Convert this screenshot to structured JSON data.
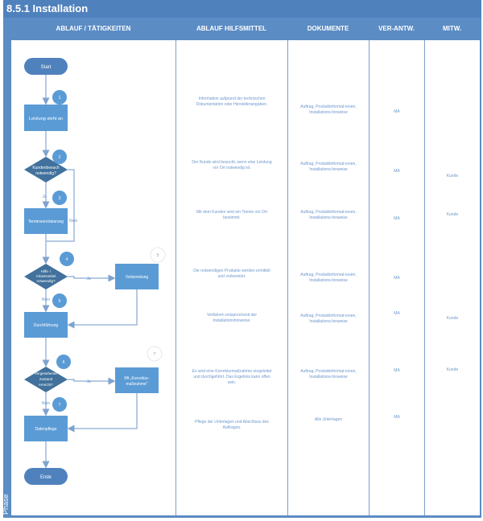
{
  "title": "8.5.1 Installation",
  "phase_label": "Phase",
  "columns": [
    "ABLAUF / TÄTIGKEITEN",
    "ABLAUF HILFSMITTEL",
    "DOKUMENTE",
    "VER-ANTW.",
    "MITW."
  ],
  "flow": {
    "start": "Start",
    "end": "Ende",
    "step1": "Leistung steht an",
    "decision2": [
      "Kundenbesuch",
      "notwendig?"
    ],
    "ja": "Ja",
    "nein": "Nein",
    "step3": "Terminvereinbarung",
    "decision4": [
      "Hilfs- /",
      "Arbeitsmittel",
      "notwendig?"
    ],
    "step_prep": "Vorbereitung",
    "step5": "Durchführung",
    "decision6": [
      "Vorgesehener",
      "Zustand",
      "erreicht?"
    ],
    "step_pa": [
      "PA „Korrektur-",
      "maßnahme“"
    ],
    "step7": "Datenpflege",
    "badges": [
      "1",
      "2",
      "3",
      "4",
      "5",
      "6",
      "7"
    ],
    "white_badges": [
      "5",
      "7"
    ]
  },
  "rows": [
    {
      "hilfsmittel": "Information aufgrund der technischen Dokumentation oder Herstellerangaben.",
      "dokumente": "Auftrag, Produktinformat-ionen, Installations-hinweise",
      "verantw": "MA",
      "mitw": ""
    },
    {
      "hilfsmittel": "Der Kunde wird besucht, wenn eine Leistung vor Ort notwendig ist.",
      "dokumente": "Auftrag, Produktinformat-ionen, Installations-hinweise",
      "verantw": "MA",
      "mitw": "Kunde"
    },
    {
      "hilfsmittel": "Mit dem Kunden wird ein Termin vor Ort bestimmt.",
      "dokumente": "Auftrag, Produktinformat-ionen, Installations-hinweise",
      "verantw": "MA",
      "mitw": "Kunde"
    },
    {
      "hilfsmittel": "Die notwendigen Produkte werden ermittelt und vorbereitet.",
      "dokumente": "Auftrag, Produktinformat-ionen, Installations-hinweise",
      "verantw": "MA",
      "mitw": ""
    },
    {
      "hilfsmittel": "Verfahren entsprechend der Installationshinweise.",
      "dokumente": "Auftrag, Produktinformat-ionen, Installations-hinweise",
      "verantw": "MA",
      "mitw": "Kunde"
    },
    {
      "hilfsmittel": "Es wird eine Korrekturmaßnahme eingeleitet und durchgeführt. Das Ergebnis kann offen sein.",
      "dokumente": "Auftrag, Produktinformat-ionen, Installations-hinweise",
      "verantw": "MA",
      "mitw": "Kunde"
    },
    {
      "hilfsmittel": "Pflege der Unterlagen und Abschluss des Auftrages.",
      "dokumente": "Alle Unterlagen",
      "verantw": "MA",
      "mitw": ""
    }
  ],
  "colors": {
    "header": "#4f81bd",
    "box": "#5b9bd5",
    "decision": "#41719c",
    "text": "#6d97cc"
  }
}
